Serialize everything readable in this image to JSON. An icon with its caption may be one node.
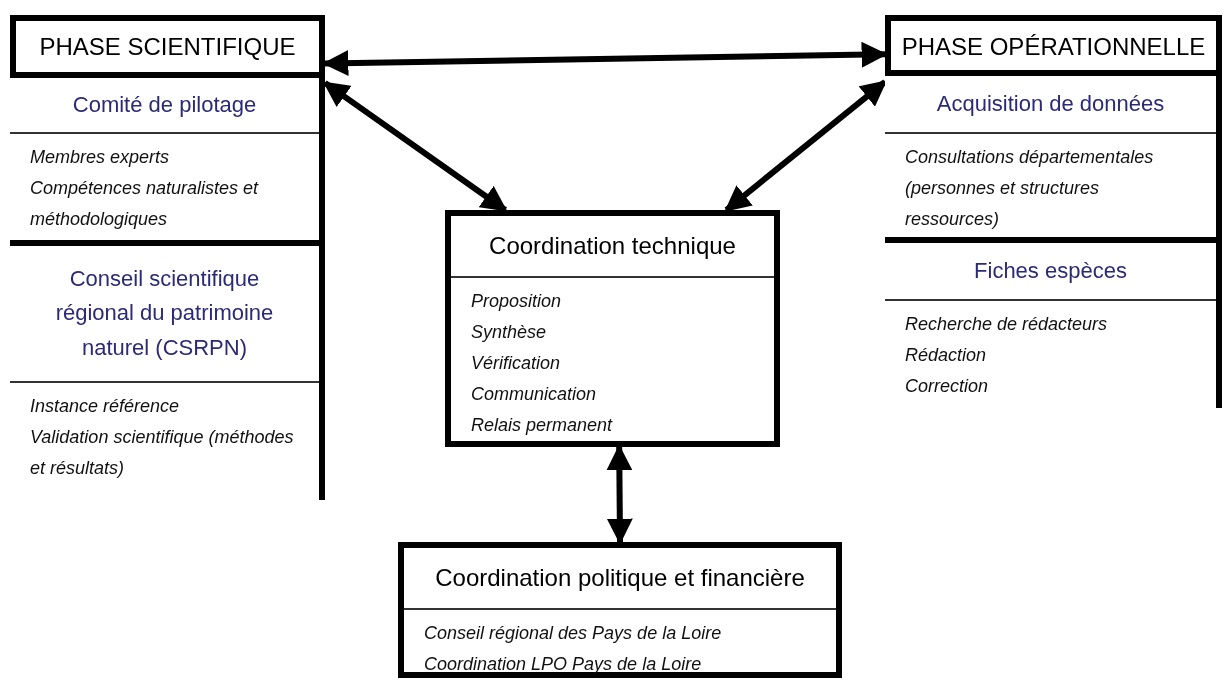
{
  "diagram": {
    "nodes": [
      {
        "text": [
          "PHASE SCIENTIFIQUE"
        ]
      },
      {
        "text": [
          "Comité de pilotage",
          "Membres experts",
          "Compétences naturalistes et méthodologiques"
        ],
        "in": 0
      },
      {
        "text": [
          "Conseil scientifique régional du patrimoine naturel (CSRPN)",
          "Instance référence",
          "Validation scientifique (méthodes et résultats)"
        ],
        "in": 0
      },
      {
        "text": [
          "PHASE OPÉRATIONNELLE"
        ]
      },
      {
        "text": [
          "Acquisition de données",
          "Consultations départementales (personnes et structures ressources)"
        ],
        "in": 3
      },
      {
        "text": [
          "Fiches espèces",
          "Recherche de rédacteurs",
          "Rédaction",
          "Correction"
        ],
        "in": 3
      },
      {
        "text": [
          "Coordination technique",
          "Proposition",
          "Synthèse",
          "Vérification",
          "Communication",
          "Relais permanent"
        ]
      },
      {
        "text": [
          "Coordination politique et financière",
          "Conseil régional des Pays de la Loire",
          "Coordination LPO Pays de la Loire"
        ]
      }
    ],
    "edges": [
      {
        "from": 0,
        "to": 3,
        "arrow": "both"
      },
      {
        "from": 0,
        "to": 6,
        "arrow": "both"
      },
      {
        "from": 3,
        "to": 6,
        "arrow": "both"
      },
      {
        "from": 6,
        "to": 7,
        "arrow": "both"
      }
    ]
  }
}
